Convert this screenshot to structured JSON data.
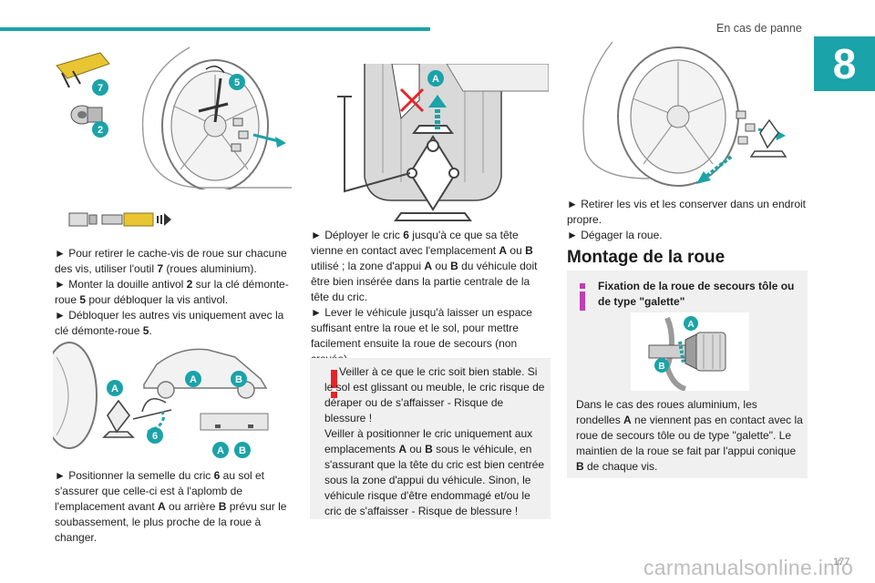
{
  "header": {
    "chapter_title": "En cas de panne",
    "chapter_number": "8"
  },
  "col1": {
    "fig1_labels": [
      "7",
      "2",
      "5"
    ],
    "instructions": [
      "► Pour retirer le cache-vis de roue sur chacune des vis, utiliser l'outil ",
      "7",
      " (roues aluminium).",
      "► Monter la douille antivol ",
      "2",
      " sur la clé démonte-roue ",
      "5",
      " pour débloquer la vis antivol.",
      "► Débloquer les autres vis uniquement avec la clé démonte-roue ",
      "5",
      "."
    ],
    "fig2_labels": [
      "A",
      "B",
      "A",
      "6",
      "A",
      "B"
    ],
    "instructions2": [
      "► Positionner la semelle du cric ",
      "6",
      " au sol et s'assurer que celle-ci est à l'aplomb de l'emplacement avant ",
      "A",
      " ou arrière ",
      "B",
      " prévu sur le soubassement, le plus proche de la roue à changer."
    ]
  },
  "col2": {
    "fig_label": "A",
    "instructions": [
      "► Déployer le cric ",
      "6",
      " jusqu'à ce que sa tête vienne en contact avec l'emplacement ",
      "A",
      " ou ",
      "B",
      " utilisé ; la zone d'appui ",
      "A",
      " ou ",
      "B",
      " du véhicule doit être bien insérée dans la partie centrale de la tête du cric.",
      "► Lever le véhicule jusqu'à laisser un espace suffisant entre la roue et le sol, pour mettre facilement ensuite la roue de secours (non crevée)."
    ],
    "warning": {
      "p1": "Veiller à ce que le cric soit bien stable. Si le sol est glissant ou meuble, le cric risque de déraper ou de s'affaisser - Risque de blessure !",
      "p2": [
        "Veiller à positionner le cric uniquement aux emplacements ",
        "A",
        " ou ",
        "B",
        " sous le véhicule, en s'assurant que la tête du cric est bien centrée sous la zone d'appui du véhicule. Sinon, le véhicule risque d'être endommagé et/ou le cric de s'affaisser - Risque de blessure !"
      ]
    }
  },
  "col3": {
    "instructions": [
      "► Retirer les vis et les conserver dans un endroit propre.",
      "► Dégager la roue."
    ],
    "section_heading": "Montage de la roue",
    "info": {
      "title": "Fixation de la roue de secours tôle ou de type \"galette\"",
      "fig_labels": [
        "A",
        "B"
      ],
      "text": [
        "Dans le cas des roues aluminium, les rondelles ",
        "A",
        " ne viennent pas en contact avec la roue de secours tôle ou de type \"galette\". Le maintien de la roue se fait par l'appui conique ",
        "B",
        " de chaque vis."
      ]
    }
  },
  "footer": {
    "watermark": "carmanualsonline.info",
    "page_number": "177"
  },
  "colors": {
    "accent": "#1aa3a8",
    "badge": "#1aa3a8",
    "warning": "#e3252b",
    "info": "#c23cb4",
    "panel": "#f0f0f0"
  }
}
